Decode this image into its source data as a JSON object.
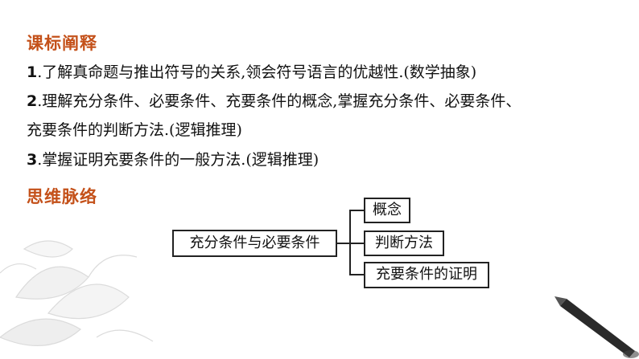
{
  "section1_title": "课标阐释",
  "objectives": [
    {
      "num": "1",
      "text": ".了解真命题与推出符号的关系,领会符号语言的优越性.(数学抽象)"
    },
    {
      "num": "2",
      "text": ".理解充分条件、必要条件、充要条件的概念,掌握充分条件、必要条件、"
    },
    {
      "num": "",
      "text": "充要条件的判断方法.(逻辑推理)"
    },
    {
      "num": "3",
      "text": ".掌握证明充要条件的一般方法.(逻辑推理)"
    }
  ],
  "section2_title": "思维脉络",
  "mindmap": {
    "root": "充分条件与必要条件",
    "branches": [
      "概念",
      "判断方法",
      "充要条件的证明"
    ]
  }
}
